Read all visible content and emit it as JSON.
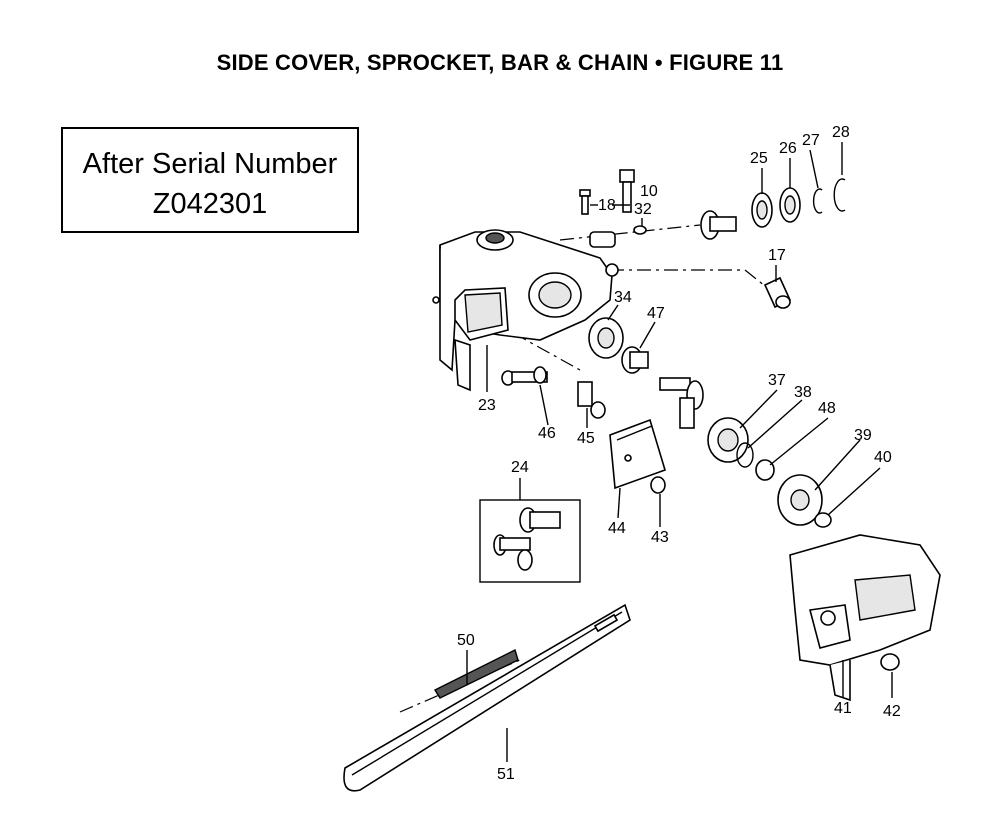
{
  "title": "SIDE COVER, SPROCKET, BAR & CHAIN  • FIGURE 11",
  "serial_box": {
    "line1": "After Serial Number",
    "line2": "Z042301"
  },
  "callouts": [
    {
      "id": "c10",
      "label": "10"
    },
    {
      "id": "c17",
      "label": "17"
    },
    {
      "id": "c18",
      "label": "18"
    },
    {
      "id": "c23",
      "label": "23"
    },
    {
      "id": "c24",
      "label": "24"
    },
    {
      "id": "c25",
      "label": "25"
    },
    {
      "id": "c26",
      "label": "26"
    },
    {
      "id": "c27",
      "label": "27"
    },
    {
      "id": "c28",
      "label": "28"
    },
    {
      "id": "c32",
      "label": "32"
    },
    {
      "id": "c34",
      "label": "34"
    },
    {
      "id": "c37",
      "label": "37"
    },
    {
      "id": "c38",
      "label": "38"
    },
    {
      "id": "c39",
      "label": "39"
    },
    {
      "id": "c40",
      "label": "40"
    },
    {
      "id": "c41",
      "label": "41"
    },
    {
      "id": "c42",
      "label": "42"
    },
    {
      "id": "c43",
      "label": "43"
    },
    {
      "id": "c44",
      "label": "44"
    },
    {
      "id": "c45",
      "label": "45"
    },
    {
      "id": "c46",
      "label": "46"
    },
    {
      "id": "c47",
      "label": "47"
    },
    {
      "id": "c48",
      "label": "48"
    },
    {
      "id": "c50",
      "label": "50"
    },
    {
      "id": "c51",
      "label": "51"
    }
  ]
}
